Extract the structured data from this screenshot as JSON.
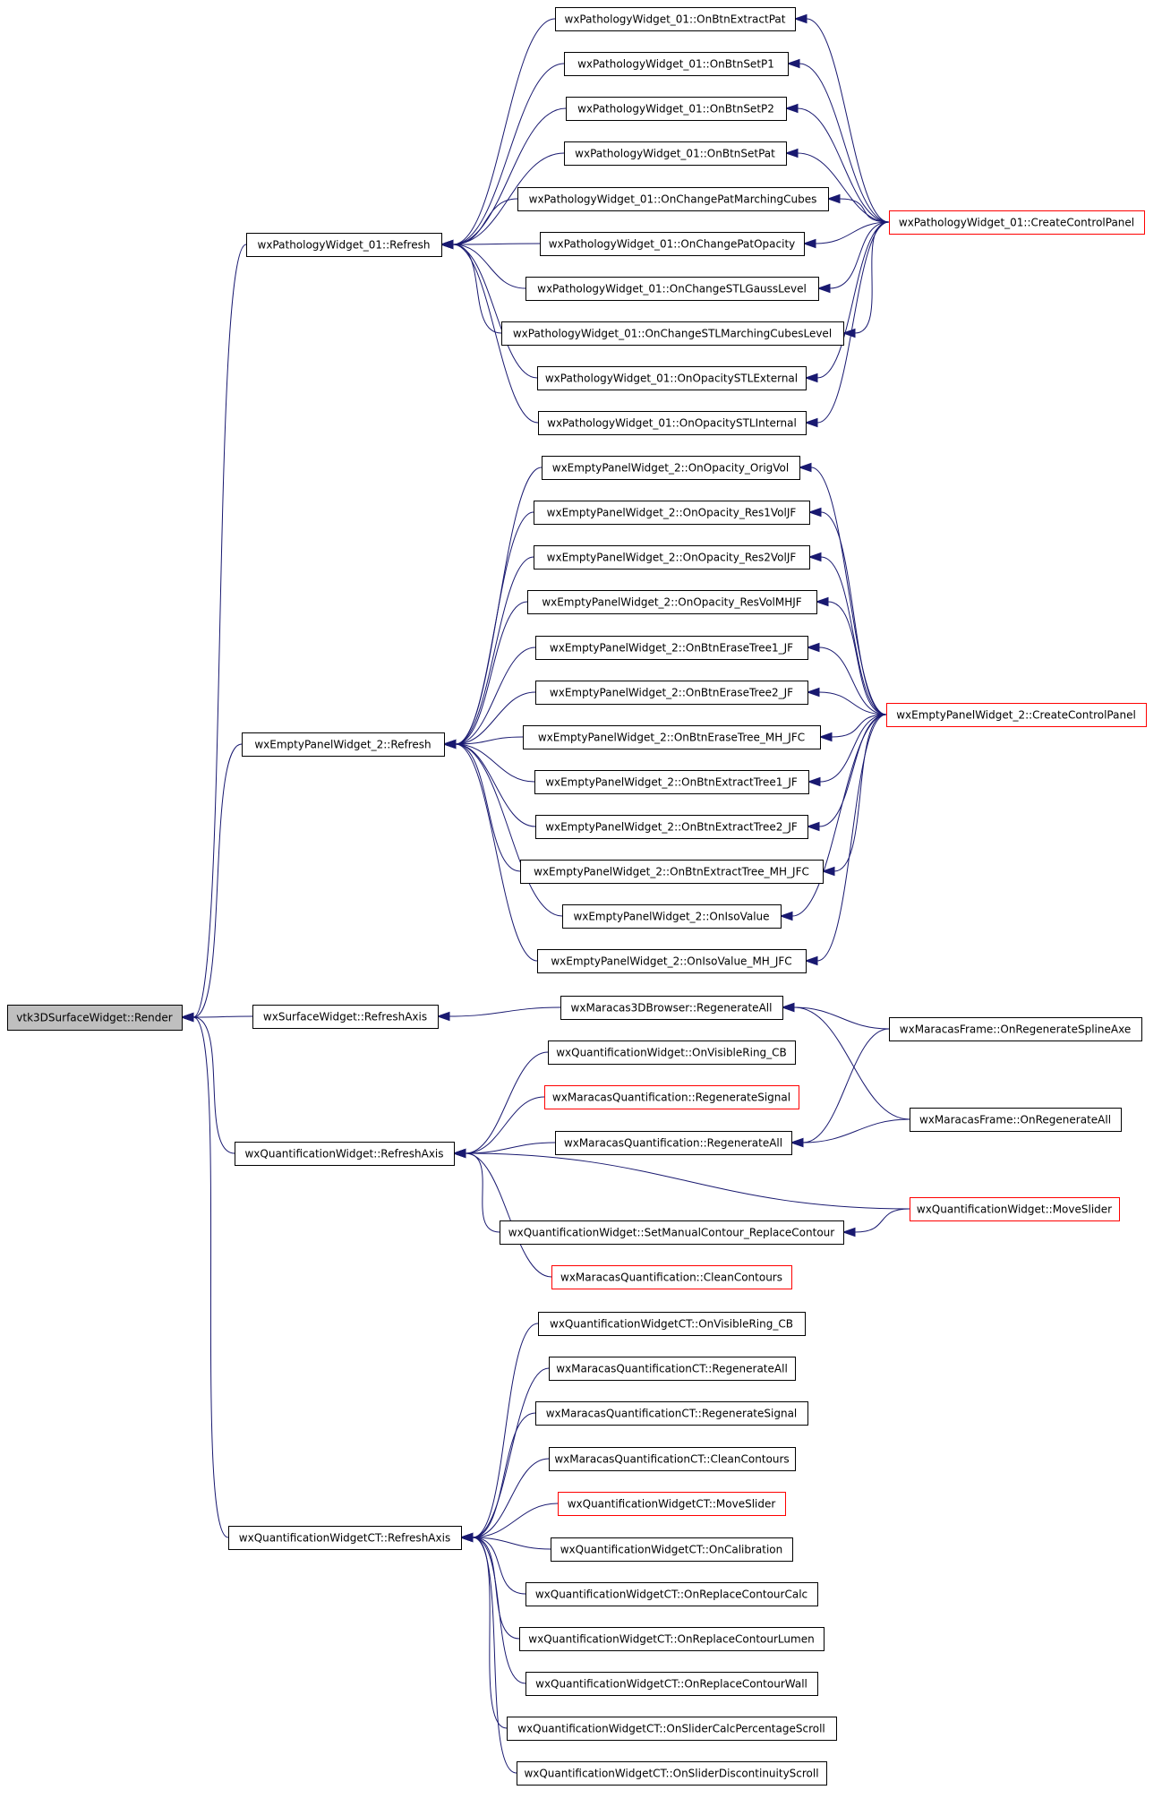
{
  "diagram": {
    "type": "call-graph",
    "colors": {
      "edge": "#191970",
      "normal_border": "#000000",
      "truncated_border": "#ff0000",
      "root_fill": "#bfbfbf"
    },
    "nodes": [
      {
        "id": "root",
        "label": "vtk3DSurfaceWidget::Render",
        "style": "root"
      },
      {
        "id": "pw_refresh",
        "label": "wxPathologyWidget_01::Refresh",
        "style": "normal"
      },
      {
        "id": "ep_refresh",
        "label": "wxEmptyPanelWidget_2::Refresh",
        "style": "normal"
      },
      {
        "id": "sw_refresh",
        "label": "wxSurfaceWidget::RefreshAxis",
        "style": "normal"
      },
      {
        "id": "qw_refresh",
        "label": "wxQuantificationWidget::RefreshAxis",
        "style": "normal"
      },
      {
        "id": "qct_refresh",
        "label": "wxQuantificationWidgetCT::RefreshAxis",
        "style": "normal"
      },
      {
        "id": "pw1",
        "label": "wxPathologyWidget_01::OnBtnExtractPat",
        "style": "normal"
      },
      {
        "id": "pw2",
        "label": "wxPathologyWidget_01::OnBtnSetP1",
        "style": "normal"
      },
      {
        "id": "pw3",
        "label": "wxPathologyWidget_01::OnBtnSetP2",
        "style": "normal"
      },
      {
        "id": "pw4",
        "label": "wxPathologyWidget_01::OnBtnSetPat",
        "style": "normal"
      },
      {
        "id": "pw5",
        "label": "wxPathologyWidget_01::OnChangePatMarchingCubes",
        "style": "normal"
      },
      {
        "id": "pw6",
        "label": "wxPathologyWidget_01::OnChangePatOpacity",
        "style": "normal"
      },
      {
        "id": "pw7",
        "label": "wxPathologyWidget_01::OnChangeSTLGaussLevel",
        "style": "normal"
      },
      {
        "id": "pw8",
        "label": "wxPathologyWidget_01::OnChangeSTLMarchingCubesLevel",
        "style": "normal"
      },
      {
        "id": "pw9",
        "label": "wxPathologyWidget_01::OnOpacitySTLExternal",
        "style": "normal"
      },
      {
        "id": "pw10",
        "label": "wxPathologyWidget_01::OnOpacitySTLInternal",
        "style": "normal"
      },
      {
        "id": "pw_ccp",
        "label": "wxPathologyWidget_01::CreateControlPanel",
        "style": "red"
      },
      {
        "id": "ep1",
        "label": "wxEmptyPanelWidget_2::OnOpacity_OrigVol",
        "style": "normal"
      },
      {
        "id": "ep2",
        "label": "wxEmptyPanelWidget_2::OnOpacity_Res1VolJF",
        "style": "normal"
      },
      {
        "id": "ep3",
        "label": "wxEmptyPanelWidget_2::OnOpacity_Res2VolJF",
        "style": "normal"
      },
      {
        "id": "ep4",
        "label": "wxEmptyPanelWidget_2::OnOpacity_ResVolMHJF",
        "style": "normal"
      },
      {
        "id": "ep5",
        "label": "wxEmptyPanelWidget_2::OnBtnEraseTree1_JF",
        "style": "normal"
      },
      {
        "id": "ep6",
        "label": "wxEmptyPanelWidget_2::OnBtnEraseTree2_JF",
        "style": "normal"
      },
      {
        "id": "ep7",
        "label": "wxEmptyPanelWidget_2::OnBtnEraseTree_MH_JFC",
        "style": "normal"
      },
      {
        "id": "ep8",
        "label": "wxEmptyPanelWidget_2::OnBtnExtractTree1_JF",
        "style": "normal"
      },
      {
        "id": "ep9",
        "label": "wxEmptyPanelWidget_2::OnBtnExtractTree2_JF",
        "style": "normal"
      },
      {
        "id": "ep10",
        "label": "wxEmptyPanelWidget_2::OnBtnExtractTree_MH_JFC",
        "style": "normal"
      },
      {
        "id": "ep11",
        "label": "wxEmptyPanelWidget_2::OnIsoValue",
        "style": "normal"
      },
      {
        "id": "ep12",
        "label": "wxEmptyPanelWidget_2::OnIsoValue_MH_JFC",
        "style": "normal"
      },
      {
        "id": "ep_ccp",
        "label": "wxEmptyPanelWidget_2::CreateControlPanel",
        "style": "red"
      },
      {
        "id": "m3d",
        "label": "wxMaracas3DBrowser::RegenerateAll",
        "style": "normal"
      },
      {
        "id": "mf_spline",
        "label": "wxMaracasFrame::OnRegenerateSplineAxe",
        "style": "normal"
      },
      {
        "id": "mf_all",
        "label": "wxMaracasFrame::OnRegenerateAll",
        "style": "normal"
      },
      {
        "id": "qw1",
        "label": "wxQuantificationWidget::OnVisibleRing_CB",
        "style": "normal"
      },
      {
        "id": "qw2",
        "label": "wxMaracasQuantification::RegenerateSignal",
        "style": "red"
      },
      {
        "id": "qw3",
        "label": "wxMaracasQuantification::RegenerateAll",
        "style": "normal"
      },
      {
        "id": "qw4",
        "label": "wxQuantificationWidget::SetManualContour_ReplaceContour",
        "style": "normal"
      },
      {
        "id": "qw5",
        "label": "wxMaracasQuantification::CleanContours",
        "style": "red"
      },
      {
        "id": "qw_move",
        "label": "wxQuantificationWidget::MoveSlider",
        "style": "red"
      },
      {
        "id": "qct1",
        "label": "wxQuantificationWidgetCT::OnVisibleRing_CB",
        "style": "normal"
      },
      {
        "id": "qct2",
        "label": "wxMaracasQuantificationCT::RegenerateAll",
        "style": "normal"
      },
      {
        "id": "qct3",
        "label": "wxMaracasQuantificationCT::RegenerateSignal",
        "style": "normal"
      },
      {
        "id": "qct4",
        "label": "wxMaracasQuantificationCT::CleanContours",
        "style": "normal"
      },
      {
        "id": "qct5",
        "label": "wxQuantificationWidgetCT::MoveSlider",
        "style": "red"
      },
      {
        "id": "qct6",
        "label": "wxQuantificationWidgetCT::OnCalibration",
        "style": "normal"
      },
      {
        "id": "qct7",
        "label": "wxQuantificationWidgetCT::OnReplaceContourCalc",
        "style": "normal"
      },
      {
        "id": "qct8",
        "label": "wxQuantificationWidgetCT::OnReplaceContourLumen",
        "style": "normal"
      },
      {
        "id": "qct9",
        "label": "wxQuantificationWidgetCT::OnReplaceContourWall",
        "style": "normal"
      },
      {
        "id": "qct10",
        "label": "wxQuantificationWidgetCT::OnSliderCalcPercentageScroll",
        "style": "normal"
      },
      {
        "id": "qct11",
        "label": "wxQuantificationWidgetCT::OnSliderDiscontinuityScroll",
        "style": "normal"
      }
    ],
    "edges": [
      [
        "pw_refresh",
        "root"
      ],
      [
        "ep_refresh",
        "root"
      ],
      [
        "sw_refresh",
        "root"
      ],
      [
        "qw_refresh",
        "root"
      ],
      [
        "qct_refresh",
        "root"
      ],
      [
        "pw1",
        "pw_refresh"
      ],
      [
        "pw2",
        "pw_refresh"
      ],
      [
        "pw3",
        "pw_refresh"
      ],
      [
        "pw4",
        "pw_refresh"
      ],
      [
        "pw5",
        "pw_refresh"
      ],
      [
        "pw6",
        "pw_refresh"
      ],
      [
        "pw7",
        "pw_refresh"
      ],
      [
        "pw8",
        "pw_refresh"
      ],
      [
        "pw9",
        "pw_refresh"
      ],
      [
        "pw10",
        "pw_refresh"
      ],
      [
        "pw_ccp",
        "pw1"
      ],
      [
        "pw_ccp",
        "pw2"
      ],
      [
        "pw_ccp",
        "pw3"
      ],
      [
        "pw_ccp",
        "pw4"
      ],
      [
        "pw_ccp",
        "pw5"
      ],
      [
        "pw_ccp",
        "pw6"
      ],
      [
        "pw_ccp",
        "pw7"
      ],
      [
        "pw_ccp",
        "pw8"
      ],
      [
        "pw_ccp",
        "pw9"
      ],
      [
        "pw_ccp",
        "pw10"
      ],
      [
        "ep1",
        "ep_refresh"
      ],
      [
        "ep2",
        "ep_refresh"
      ],
      [
        "ep3",
        "ep_refresh"
      ],
      [
        "ep4",
        "ep_refresh"
      ],
      [
        "ep5",
        "ep_refresh"
      ],
      [
        "ep6",
        "ep_refresh"
      ],
      [
        "ep7",
        "ep_refresh"
      ],
      [
        "ep8",
        "ep_refresh"
      ],
      [
        "ep9",
        "ep_refresh"
      ],
      [
        "ep10",
        "ep_refresh"
      ],
      [
        "ep11",
        "ep_refresh"
      ],
      [
        "ep12",
        "ep_refresh"
      ],
      [
        "ep_ccp",
        "ep1"
      ],
      [
        "ep_ccp",
        "ep2"
      ],
      [
        "ep_ccp",
        "ep3"
      ],
      [
        "ep_ccp",
        "ep4"
      ],
      [
        "ep_ccp",
        "ep5"
      ],
      [
        "ep_ccp",
        "ep6"
      ],
      [
        "ep_ccp",
        "ep7"
      ],
      [
        "ep_ccp",
        "ep8"
      ],
      [
        "ep_ccp",
        "ep9"
      ],
      [
        "ep_ccp",
        "ep10"
      ],
      [
        "ep_ccp",
        "ep11"
      ],
      [
        "ep_ccp",
        "ep12"
      ],
      [
        "m3d",
        "sw_refresh"
      ],
      [
        "mf_spline",
        "m3d"
      ],
      [
        "mf_all",
        "m3d"
      ],
      [
        "qw1",
        "qw_refresh"
      ],
      [
        "qw2",
        "qw_refresh"
      ],
      [
        "qw3",
        "qw_refresh"
      ],
      [
        "qw4",
        "qw_refresh"
      ],
      [
        "qw5",
        "qw_refresh"
      ],
      [
        "qw_move",
        "qw_refresh"
      ],
      [
        "qw_move",
        "qw4"
      ],
      [
        "mf_spline",
        "qw3"
      ],
      [
        "mf_all",
        "qw3"
      ],
      [
        "qct1",
        "qct_refresh"
      ],
      [
        "qct2",
        "qct_refresh"
      ],
      [
        "qct3",
        "qct_refresh"
      ],
      [
        "qct4",
        "qct_refresh"
      ],
      [
        "qct5",
        "qct_refresh"
      ],
      [
        "qct6",
        "qct_refresh"
      ],
      [
        "qct7",
        "qct_refresh"
      ],
      [
        "qct8",
        "qct_refresh"
      ],
      [
        "qct9",
        "qct_refresh"
      ],
      [
        "qct10",
        "qct_refresh"
      ],
      [
        "qct11",
        "qct_refresh"
      ]
    ]
  }
}
